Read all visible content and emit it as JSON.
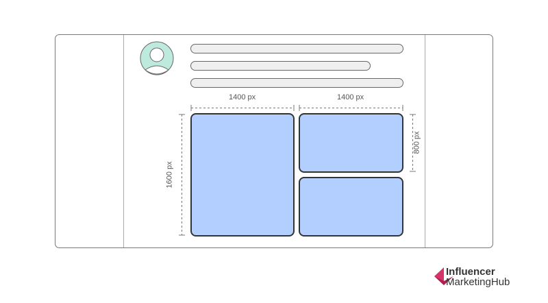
{
  "dimensions": {
    "left_width": "1400 px",
    "right_width": "1400 px",
    "left_height": "1600 px",
    "right_height": "800 px"
  },
  "colors": {
    "tile": "#b3cfff",
    "avatar": "#bdeadd",
    "bar": "#efefef",
    "logo": "#d6336c"
  },
  "logo": {
    "line1": "Influencer",
    "line2": "MarketingHub"
  }
}
